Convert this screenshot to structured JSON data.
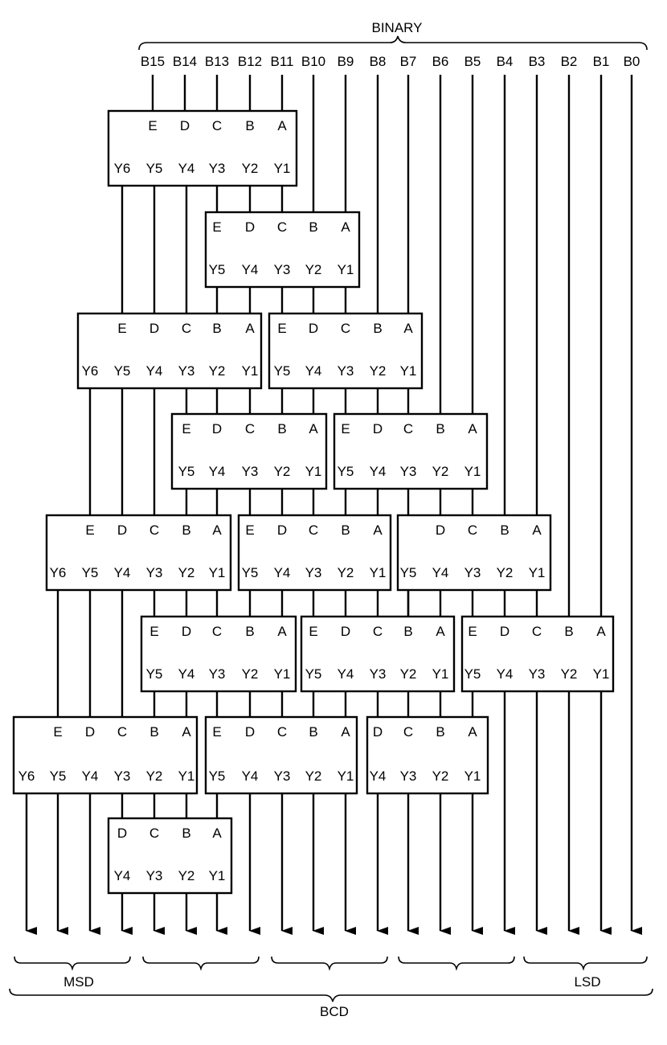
{
  "binary_label": "BINARY",
  "bcd_label": "BCD",
  "msd_label": "MSD",
  "lsd_label": "LSD",
  "bits": [
    "B15",
    "B14",
    "B13",
    "B12",
    "B11",
    "B10",
    "B9",
    "B8",
    "B7",
    "B6",
    "B5",
    "B4",
    "B3",
    "B2",
    "B1",
    "B0"
  ],
  "blocks": [
    {
      "id": "r1",
      "inputs": [
        "E",
        "D",
        "C",
        "B",
        "A"
      ],
      "outputs": [
        "Y6",
        "Y5",
        "Y4",
        "Y3",
        "Y2",
        "Y1"
      ]
    },
    {
      "id": "r2",
      "inputs": [
        "E",
        "D",
        "C",
        "B",
        "A"
      ],
      "outputs": [
        "Y5",
        "Y4",
        "Y3",
        "Y2",
        "Y1"
      ]
    },
    {
      "id": "r3a",
      "inputs": [
        "E",
        "D",
        "C",
        "B",
        "A"
      ],
      "outputs": [
        "Y6",
        "Y5",
        "Y4",
        "Y3",
        "Y2",
        "Y1"
      ]
    },
    {
      "id": "r3b",
      "inputs": [
        "E",
        "D",
        "C",
        "B",
        "A"
      ],
      "outputs": [
        "Y5",
        "Y4",
        "Y3",
        "Y2",
        "Y1"
      ]
    },
    {
      "id": "r4a",
      "inputs": [
        "E",
        "D",
        "C",
        "B",
        "A"
      ],
      "outputs": [
        "Y5",
        "Y4",
        "Y3",
        "Y2",
        "Y1"
      ]
    },
    {
      "id": "r4b",
      "inputs": [
        "E",
        "D",
        "C",
        "B",
        "A"
      ],
      "outputs": [
        "Y5",
        "Y4",
        "Y3",
        "Y2",
        "Y1"
      ]
    },
    {
      "id": "r5a",
      "inputs": [
        "E",
        "D",
        "C",
        "B",
        "A"
      ],
      "outputs": [
        "Y6",
        "Y5",
        "Y4",
        "Y3",
        "Y2",
        "Y1"
      ]
    },
    {
      "id": "r5b",
      "inputs": [
        "E",
        "D",
        "C",
        "B",
        "A"
      ],
      "outputs": [
        "Y5",
        "Y4",
        "Y3",
        "Y2",
        "Y1"
      ]
    },
    {
      "id": "r5c",
      "inputs": [
        "D",
        "C",
        "B",
        "A"
      ],
      "outputs": [
        "Y5",
        "Y4",
        "Y3",
        "Y2",
        "Y1"
      ]
    },
    {
      "id": "r6a",
      "inputs": [
        "E",
        "D",
        "C",
        "B",
        "A"
      ],
      "outputs": [
        "Y5",
        "Y4",
        "Y3",
        "Y2",
        "Y1"
      ]
    },
    {
      "id": "r6b",
      "inputs": [
        "E",
        "D",
        "C",
        "B",
        "A"
      ],
      "outputs": [
        "Y5",
        "Y4",
        "Y3",
        "Y2",
        "Y1"
      ]
    },
    {
      "id": "r6c",
      "inputs": [
        "E",
        "D",
        "C",
        "B",
        "A"
      ],
      "outputs": [
        "Y5",
        "Y4",
        "Y3",
        "Y2",
        "Y1"
      ]
    },
    {
      "id": "r7a",
      "inputs": [
        "E",
        "D",
        "C",
        "B",
        "A"
      ],
      "outputs": [
        "Y6",
        "Y5",
        "Y4",
        "Y3",
        "Y2",
        "Y1"
      ]
    },
    {
      "id": "r7b",
      "inputs": [
        "E",
        "D",
        "C",
        "B",
        "A"
      ],
      "outputs": [
        "Y5",
        "Y4",
        "Y3",
        "Y2",
        "Y1"
      ]
    },
    {
      "id": "r7c",
      "inputs": [
        "D",
        "C",
        "B",
        "A"
      ],
      "outputs": [
        "Y4",
        "Y3",
        "Y2",
        "Y1"
      ]
    },
    {
      "id": "r8",
      "inputs": [
        "D",
        "C",
        "B",
        "A"
      ],
      "outputs": [
        "Y4",
        "Y3",
        "Y2",
        "Y1"
      ]
    }
  ]
}
